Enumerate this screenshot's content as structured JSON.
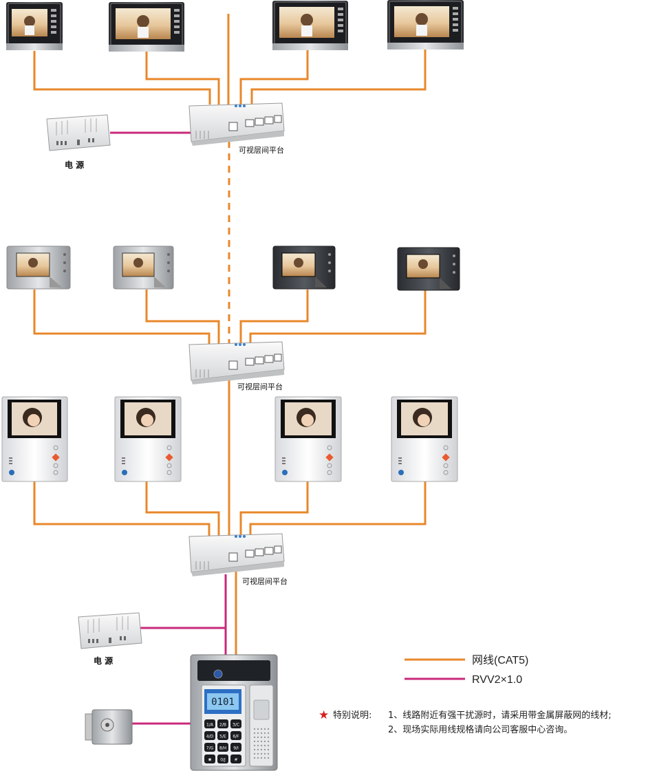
{
  "platform_label": "可视层间平台",
  "power_label": "电 源",
  "legend": {
    "network": {
      "label": "网线(CAT5)",
      "color": "#e8872a"
    },
    "rvv": {
      "label": "RVV2×1.0",
      "color": "#c8287a"
    }
  },
  "note": {
    "prefix": "特别说明:",
    "line1": "1、线路附近有强干扰源时，请采用带金属屏蔽网的线材;",
    "line2": "2、现场实际用线规格请向公司客服中心咨询。"
  },
  "door_station": {
    "screen_text": "0101",
    "keys": [
      "1/A",
      "2/B",
      "3/C",
      "4/D",
      "5/E",
      "6/F",
      "7/G",
      "8/H",
      "9/I",
      "✱",
      "0/J",
      "#"
    ]
  },
  "colors": {
    "cat5": "#e8872a",
    "rvv": "#c8287a",
    "star": "#d42020"
  }
}
